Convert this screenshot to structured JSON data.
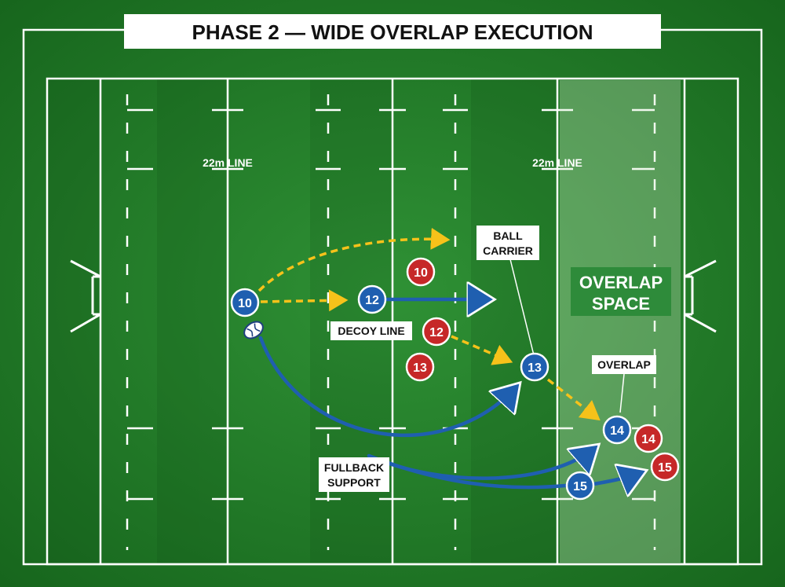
{
  "title": "PHASE 2 — WIDE OVERLAP EXECUTION",
  "field_labels": {
    "left_22m": "22m LINE",
    "right_22m": "22m LINE"
  },
  "overlap_zone": {
    "label_line1": "OVERLAP",
    "label_line2": "SPACE"
  },
  "callouts": {
    "ball_carrier_line1": "BALL",
    "ball_carrier_line2": "CARRIER",
    "decoy_line": "DECOY LINE",
    "overlap": "OVERLAP",
    "fullback_line1": "FULLBACK",
    "fullback_line2": "SUPPORT"
  },
  "attackers": [
    {
      "id": "a10",
      "number": "10"
    },
    {
      "id": "a12",
      "number": "12"
    },
    {
      "id": "a13",
      "number": "13"
    },
    {
      "id": "a14",
      "number": "14"
    },
    {
      "id": "a15",
      "number": "15"
    }
  ],
  "defenders": [
    {
      "id": "d10",
      "number": "10"
    },
    {
      "id": "d12",
      "number": "12"
    },
    {
      "id": "d13",
      "number": "13"
    },
    {
      "id": "d14",
      "number": "14"
    },
    {
      "id": "d15",
      "number": "15"
    }
  ],
  "colors": {
    "attacker": "#1f5fb0",
    "defender": "#c62828",
    "pass_line": "#f6c21a",
    "run_line": "#1f5fb0",
    "pitch_dark": "#1d7a24",
    "pitch_light": "#2a8a2f",
    "overlap_label_bg": "#2e8b3a"
  }
}
